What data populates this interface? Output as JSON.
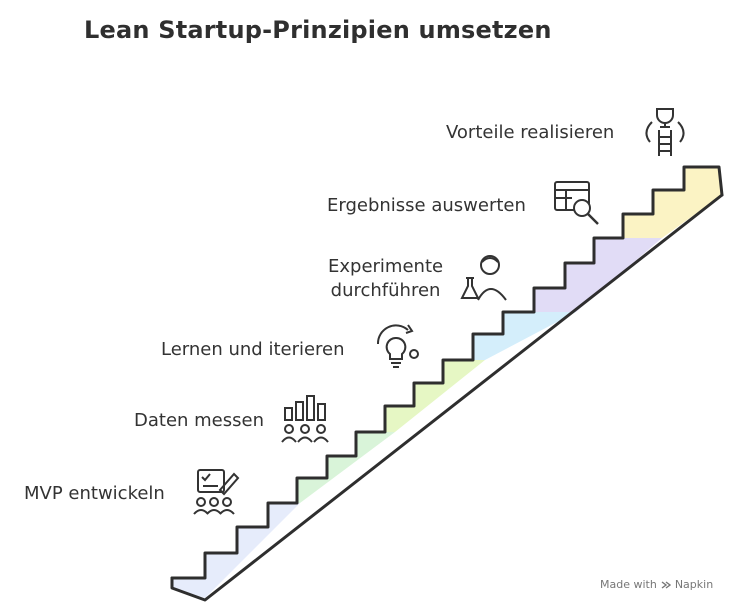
{
  "title": "Lean Startup-Prinzipien umsetzen",
  "steps": [
    {
      "label": "MVP entwickeln",
      "icon": "mvp-sketch-team-icon",
      "color": "#e6ecfb"
    },
    {
      "label": "Daten messen",
      "icon": "bar-chart-people-icon",
      "color": "#d9f4d9"
    },
    {
      "label": "Lernen und iterieren",
      "icon": "lightbulb-cycle-icon",
      "color": "#e6f7c4"
    },
    {
      "label_lines": [
        "Experimente",
        "durchführen"
      ],
      "icon": "scientist-flask-icon",
      "color": "#d4eefb"
    },
    {
      "label": "Ergebnisse auswerten",
      "icon": "table-magnifier-icon",
      "color": "#e1dcf6"
    },
    {
      "label": "Vorteile realisieren",
      "icon": "trophy-ladder-icon",
      "color": "#fbf3c4"
    }
  ],
  "footer": {
    "made_with": "Made with",
    "brand": "Napkin"
  }
}
